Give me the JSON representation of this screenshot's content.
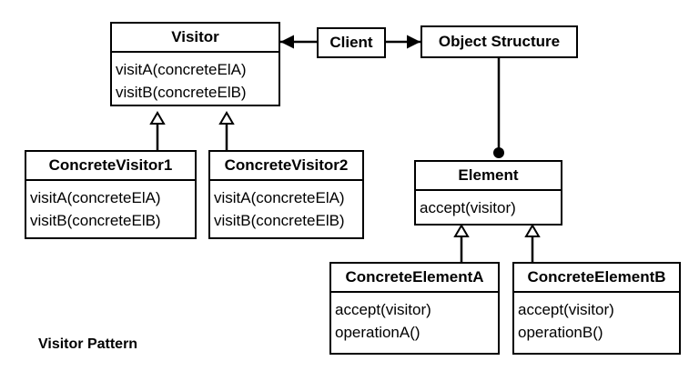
{
  "diagram": {
    "caption": "Visitor Pattern",
    "client": "Client",
    "object_structure": "Object Structure",
    "visitor": {
      "name": "Visitor",
      "ops": [
        "visitA(concreteElA)",
        "visitB(concreteElB)"
      ]
    },
    "concrete_visitor_1": {
      "name": "ConcreteVisitor1",
      "ops": [
        "visitA(concreteElA)",
        "visitB(concreteElB)"
      ]
    },
    "concrete_visitor_2": {
      "name": "ConcreteVisitor2",
      "ops": [
        "visitA(concreteElA)",
        "visitB(concreteElB)"
      ]
    },
    "element": {
      "name": "Element",
      "ops": [
        "accept(visitor)"
      ]
    },
    "concrete_element_a": {
      "name": "ConcreteElementA",
      "ops": [
        "accept(visitor)",
        "operationA()"
      ]
    },
    "concrete_element_b": {
      "name": "ConcreteElementB",
      "ops": [
        "accept(visitor)",
        "operationB()"
      ]
    }
  }
}
